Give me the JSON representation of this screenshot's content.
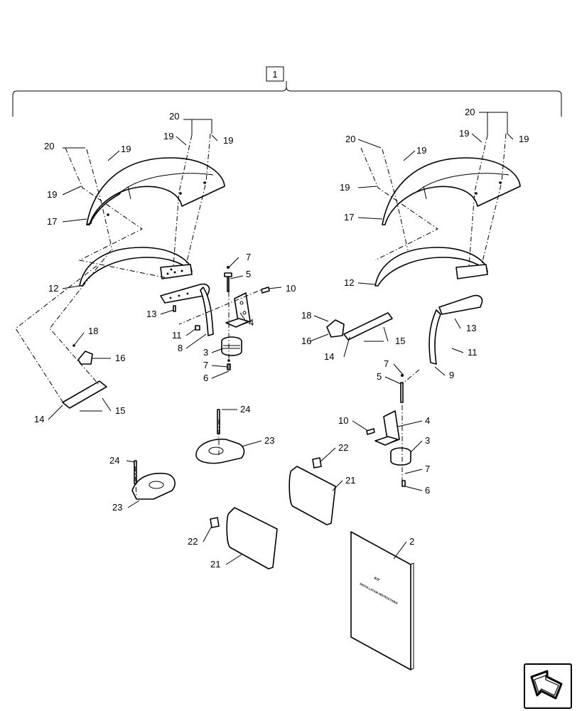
{
  "diagram": {
    "assembly_callout": "1",
    "callouts": {
      "c1": "20",
      "c2": "19",
      "c3": "19",
      "c4": "20",
      "c5": "19",
      "c6": "19",
      "c7": "17",
      "c8": "7",
      "c9": "5",
      "c10": "10",
      "c11": "12",
      "c12": "13",
      "c13": "4",
      "c14": "11",
      "c15": "8",
      "c16": "3",
      "c17": "7",
      "c18": "6",
      "c19": "18",
      "c20": "16",
      "c21": "14",
      "c22": "15",
      "c23": "24",
      "c24": "23",
      "c25": "24",
      "c26": "23",
      "c27": "22",
      "c28": "21",
      "c29": "20",
      "c30": "19",
      "c31": "19",
      "c32": "20",
      "c33": "19",
      "c34": "19",
      "c35": "17",
      "c36": "12",
      "c37": "13",
      "c38": "18",
      "c39": "16",
      "c40": "15",
      "c41": "14",
      "c42": "11",
      "c43": "9",
      "c44": "7",
      "c45": "5",
      "c46": "10",
      "c47": "4",
      "c48": "3",
      "c49": "7",
      "c50": "6",
      "c51": "22",
      "c52": "21",
      "c53": "2"
    },
    "booklet_text": [
      "KIT",
      "INSTALLATION INSTRUCTIONS"
    ]
  }
}
